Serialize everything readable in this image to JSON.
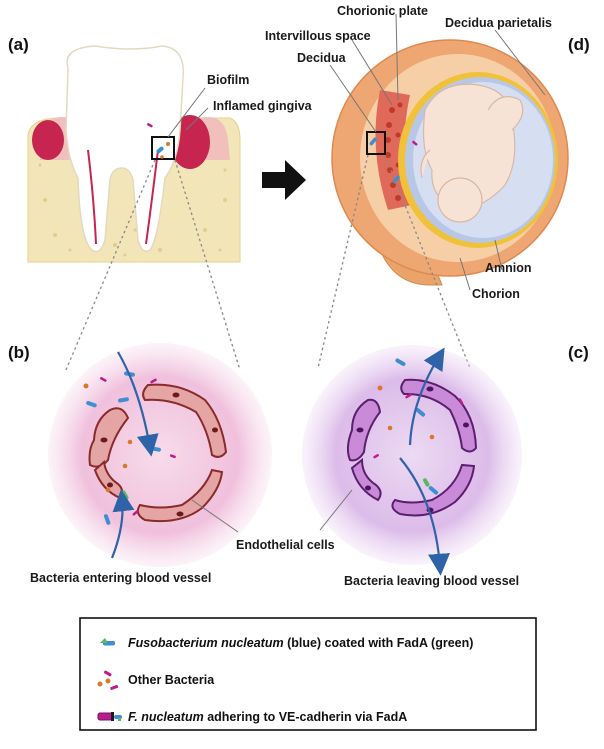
{
  "panels": {
    "a": "(a)",
    "b": "(b)",
    "c": "(c)",
    "d": "(d)"
  },
  "tooth_labels": {
    "biofilm": "Biofilm",
    "inflamed_gingiva": "Inflamed gingiva"
  },
  "uterus_labels": {
    "chorionic_plate": "Chorionic plate",
    "intervillous_space": "Intervillous space",
    "decidua": "Decidua",
    "decidua_parietalis": "Decidua parietalis",
    "amnion": "Amnion",
    "chorion": "Chorion"
  },
  "vessel_labels": {
    "endothelial_cells": "Endothelial cells",
    "entering": "Bacteria entering blood vessel",
    "leaving": "Bacteria leaving blood vessel"
  },
  "legend": {
    "item1_italic": "Fusobacterium nucleatum",
    "item1_rest": " (blue) coated with FadA  (green)",
    "item2": "Other Bacteria",
    "item3_italic": "F. nucleatum",
    "item3_rest": " adhering to VE-cadherin via FadA"
  },
  "colors": {
    "fuso_blue": "#3d8fd1",
    "fada_green": "#5cb85c",
    "other_magenta": "#c2188e",
    "other_orange": "#d9782b",
    "endothelium_b": "#e0a0a0",
    "endothelium_c": "#c98ad8"
  }
}
